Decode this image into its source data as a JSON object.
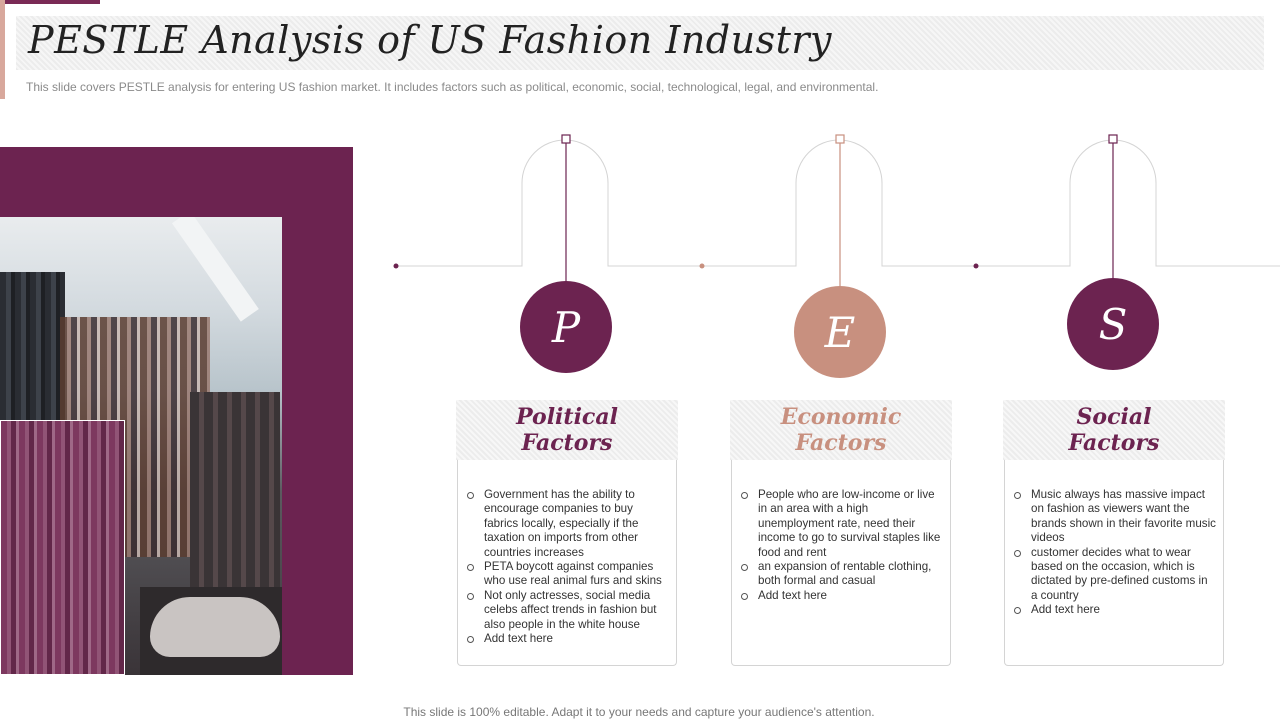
{
  "title": "PESTLE Analysis of US Fashion Industry",
  "subtitle": "This slide covers PESTLE analysis for entering US fashion market. It includes factors such as political, economic, social, technological, legal, and environmental.",
  "colors": {
    "plum": "#6c2350",
    "rose": "#c8907f",
    "light_gray": "#d4d4d4"
  },
  "factors": [
    {
      "letter": "P",
      "heading_line1": "Political",
      "heading_line2": "Factors",
      "color": "#6c2350",
      "bullets": [
        "Government has the ability to encourage companies to buy fabrics locally, especially if the taxation on imports from other countries increases",
        " PETA boycott against companies who use real animal furs and skins",
        "Not only actresses, social media celebs affect trends in fashion but also people in the white house",
        "Add text here"
      ]
    },
    {
      "letter": "E",
      "heading_line1": "Economic",
      "heading_line2": "Factors",
      "color": "#c8907f",
      "bullets": [
        "People who are low-income or live in an area with a high unemployment rate, need their income to go to survival staples like food and rent",
        "an expansion of rentable clothing, both formal and casual",
        "Add text here"
      ]
    },
    {
      "letter": "S",
      "heading_line1": "Social",
      "heading_line2": "Factors",
      "color": "#6c2350",
      "bullets": [
        "Music always has massive impact on fashion as viewers want the brands shown in their favorite music videos",
        "customer decides what to wear based on the occasion, which is dictated by pre-defined customs in a country",
        "Add text here"
      ]
    }
  ],
  "footer": "This slide is 100% editable. Adapt it to your needs and capture your audience's attention."
}
